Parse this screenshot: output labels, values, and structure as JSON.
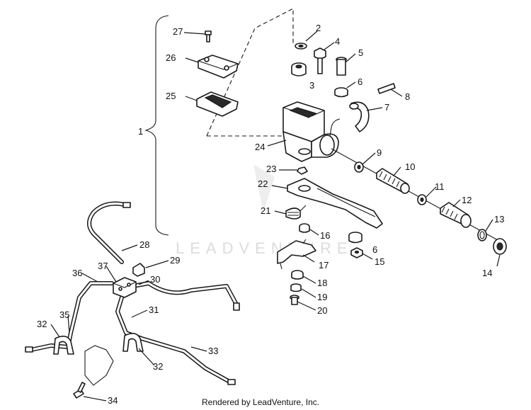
{
  "watermark": "LEADVENTURE",
  "credit": "Rendered by LeadVenture, Inc.",
  "callouts": {
    "c1": "1",
    "c2": "2",
    "c3": "3",
    "c4": "4",
    "c5": "5",
    "c6": "6",
    "c6b": "6",
    "c7": "7",
    "c8": "8",
    "c9": "9",
    "c10": "10",
    "c11": "11",
    "c12": "12",
    "c13": "13",
    "c14": "14",
    "c15": "15",
    "c16": "16",
    "c17": "17",
    "c18": "18",
    "c19": "19",
    "c20": "20",
    "c21": "21",
    "c22": "22",
    "c23": "23",
    "c24": "24",
    "c25": "25",
    "c26": "26",
    "c27": "27",
    "c28": "28",
    "c29": "29",
    "c30": "30",
    "c31": "31",
    "c32": "32",
    "c32b": "32",
    "c33": "33",
    "c34": "34",
    "c35": "35",
    "c36": "36",
    "c37": "37"
  }
}
